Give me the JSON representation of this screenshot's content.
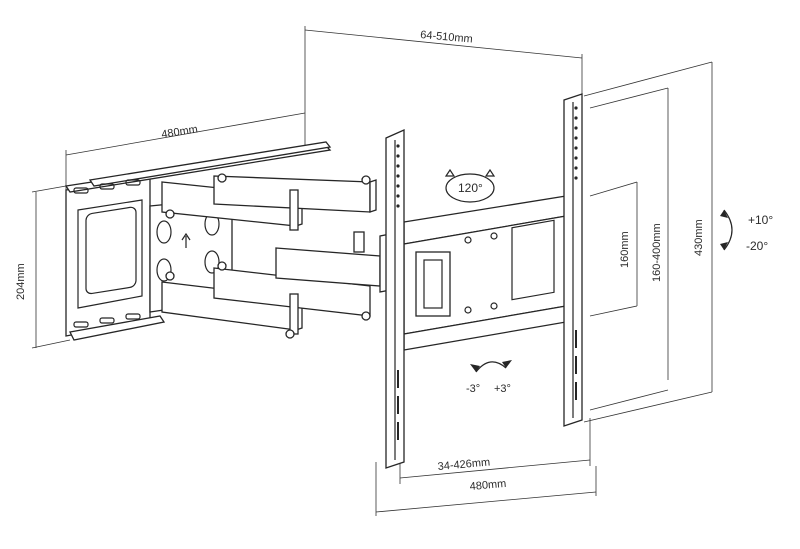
{
  "diagram": {
    "dimensions": {
      "wall_plate_width": "480mm",
      "wall_plate_height": "204mm",
      "extension": "64-510mm",
      "vertical_travel": "160-400mm",
      "vertical_total": "430mm",
      "vertical_min": "160mm",
      "horizontal_travel": "34-426mm",
      "horizontal_total": "480mm"
    },
    "rotation": {
      "swivel": "120°",
      "level_minus": "-3°",
      "level_plus": "+3°",
      "tilt_up": "+10°",
      "tilt_down": "-20°"
    }
  }
}
